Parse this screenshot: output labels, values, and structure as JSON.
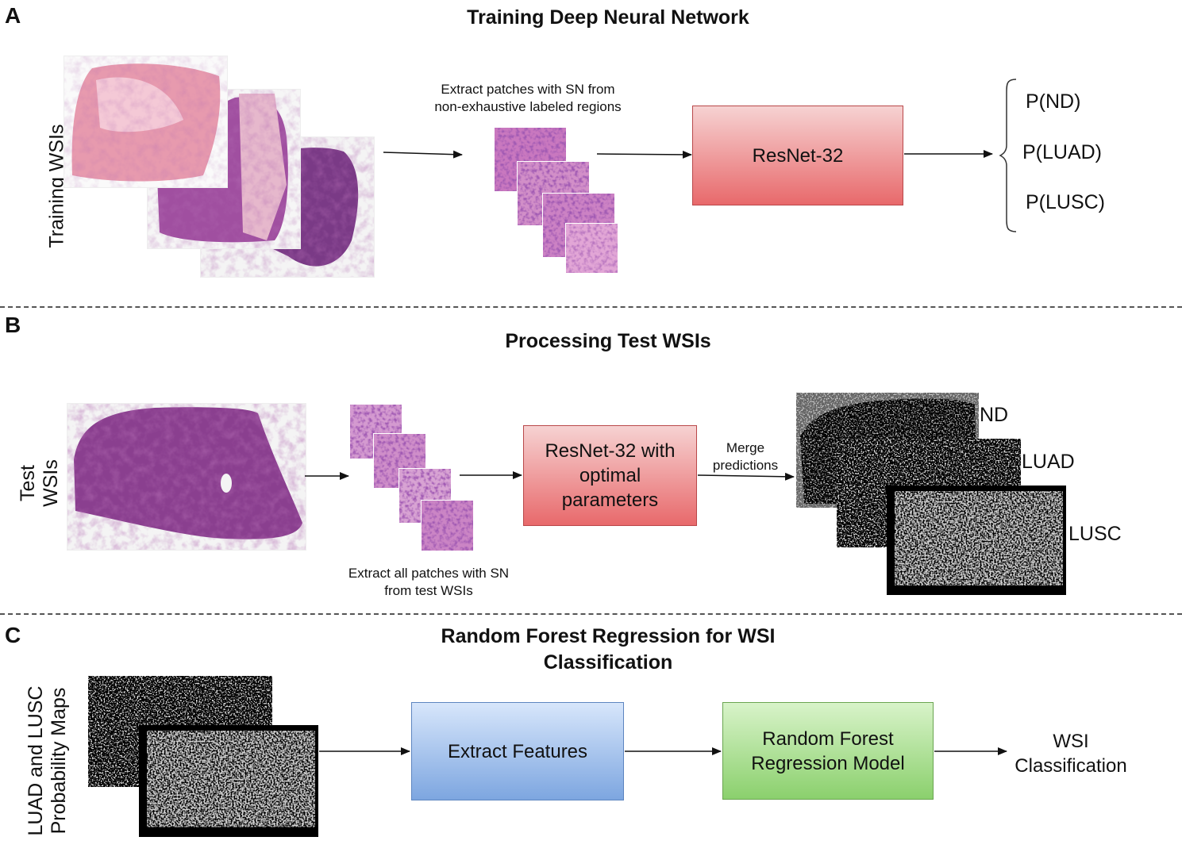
{
  "panel_a": {
    "letter": "A",
    "title": "Training Deep Neural Network",
    "side_label": "Training WSIs",
    "caption": "Extract patches with SN from\nnon-exhaustive labeled regions",
    "model": "ResNet-32",
    "outputs": [
      "P(ND)",
      "P(LUAD)",
      "P(LUSC)"
    ]
  },
  "panel_b": {
    "letter": "B",
    "title": "Processing Test WSIs",
    "side_label": "Test WSIs",
    "caption": "Extract all patches with SN\nfrom test WSIs",
    "model": "ResNet-32 with\noptimal\nparameters",
    "merge_label": "Merge\npredictions",
    "map_labels": [
      "ND",
      "LUAD",
      "LUSC"
    ]
  },
  "panel_c": {
    "letter": "C",
    "title": "Random Forest Regression for WSI\nClassification",
    "side_label": "LUAD and LUSC\nProbability Maps",
    "step1": "Extract Features",
    "step2": "Random Forest\nRegression Model",
    "result": "WSI\nClassification"
  },
  "colors": {
    "model_box_red": "#e8696b",
    "features_box_blue": "#7da6e0",
    "regression_box_green": "#8bd06d",
    "tissue_pink": "#e8a0b0",
    "tissue_purple": "#8a3f8f"
  }
}
